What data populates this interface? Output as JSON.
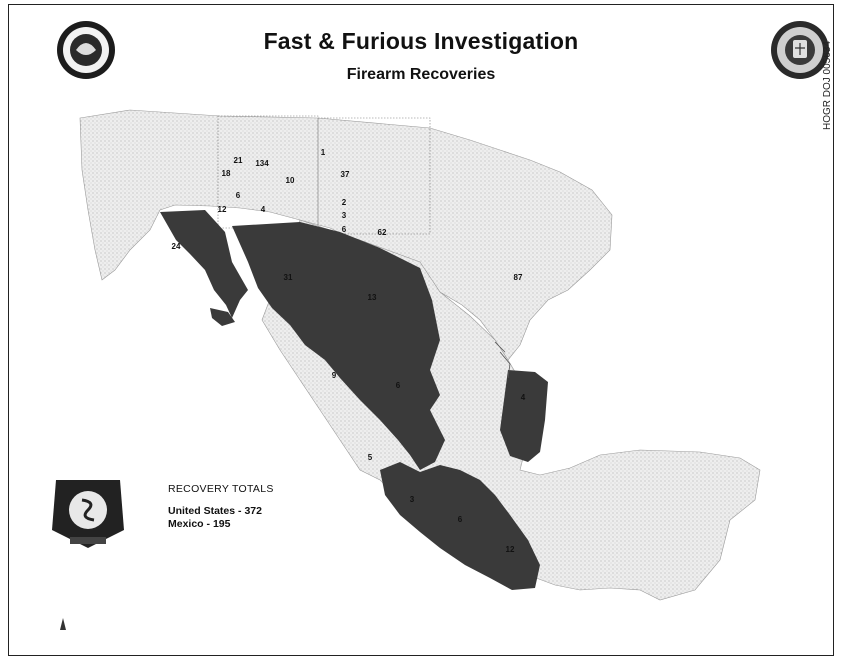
{
  "header": {
    "title": "Fast & Furious Investigation",
    "subtitle": "Firearm Recoveries"
  },
  "stamp": "HOGR DOJ 005634",
  "totals": {
    "heading": "RECOVERY TOTALS",
    "rows": [
      {
        "label": "United States",
        "value": "372"
      },
      {
        "label": "Mexico",
        "value": "195"
      }
    ]
  },
  "us_counts": [
    "21",
    "134",
    "1",
    "37",
    "18",
    "10",
    "6",
    "12",
    "4",
    "2",
    "3",
    "6",
    "62",
    "87"
  ],
  "mexico_counts": [
    "24",
    "31",
    "13",
    "9",
    "6",
    "4",
    "5",
    "3",
    "6",
    "12"
  ],
  "colors": {
    "recovery_region": "#3a3a3a",
    "other_region": "#e6e6e6",
    "border": "#444444"
  }
}
